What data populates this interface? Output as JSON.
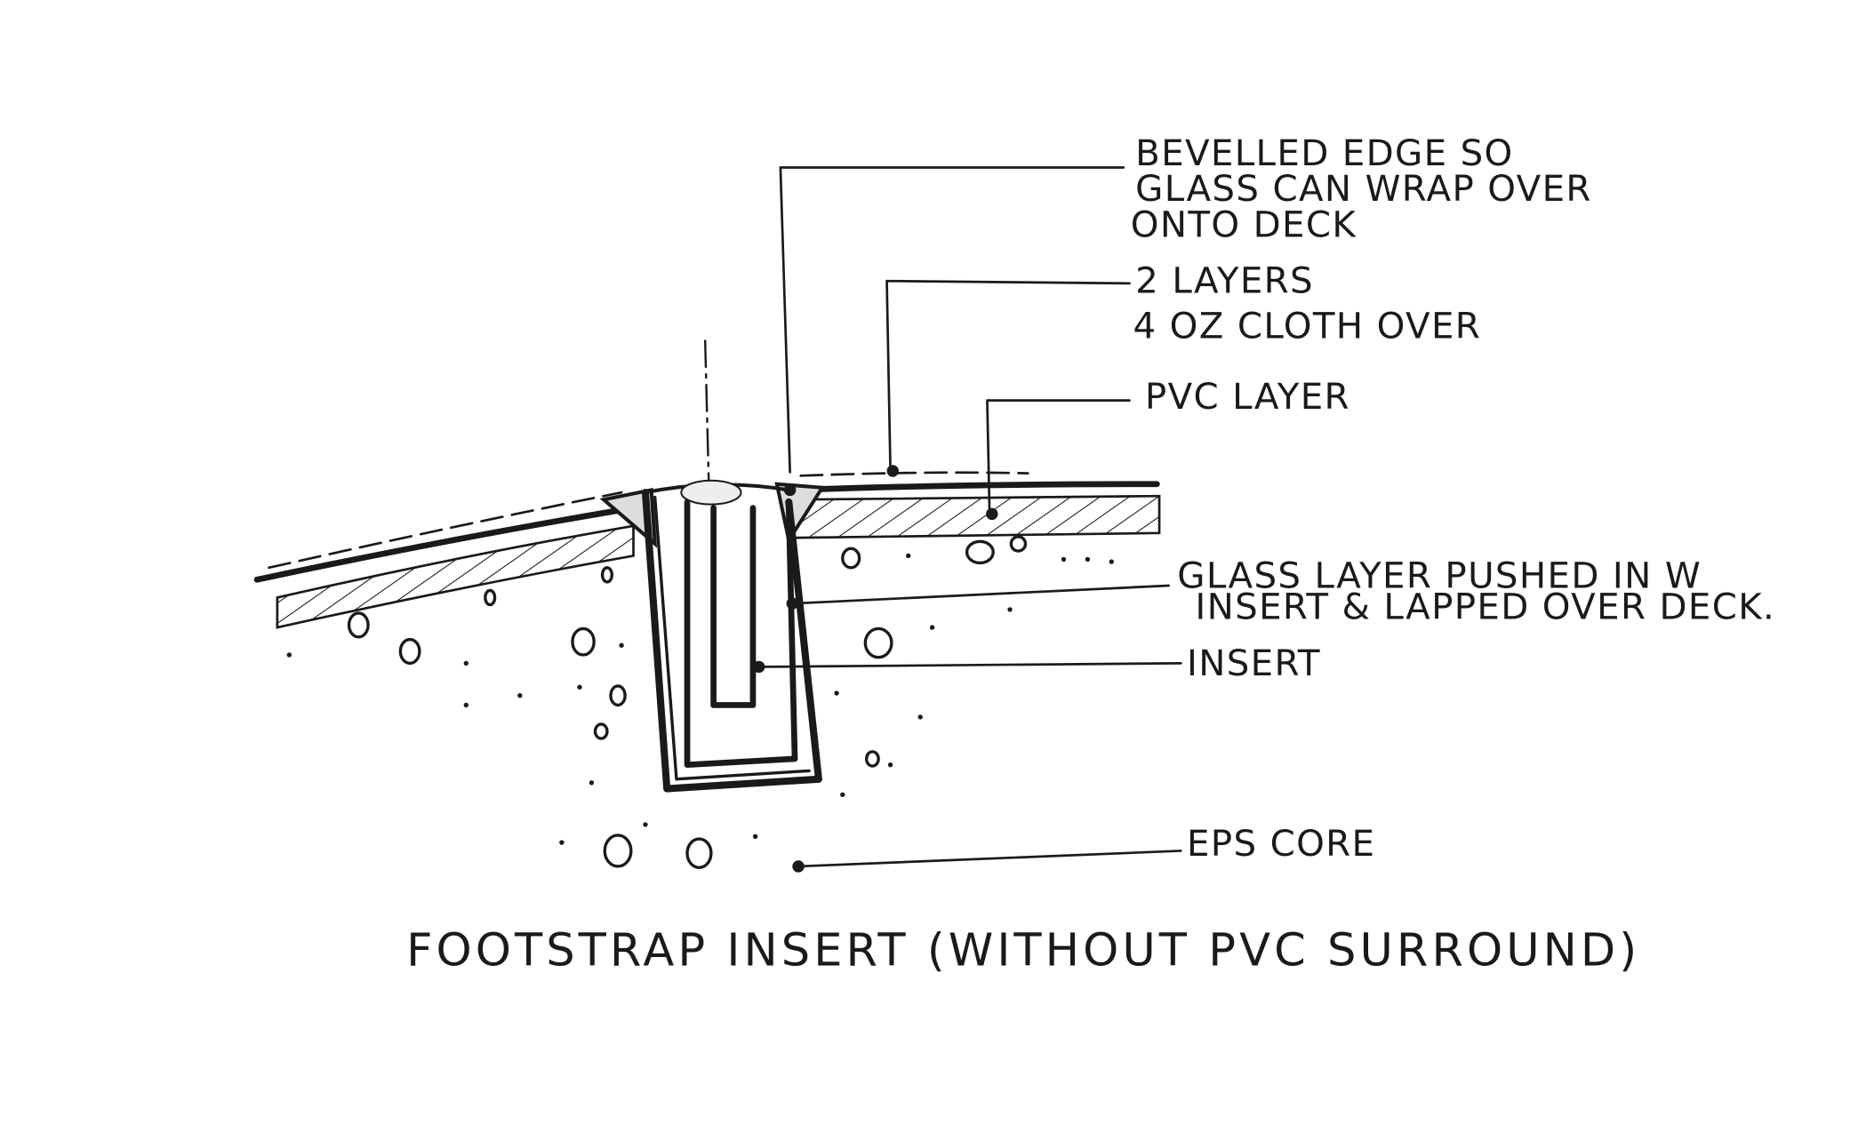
{
  "title": "FOOTSTRAP INSERT (WITHOUT PVC SURROUND)",
  "labels": {
    "bevelled_edge": [
      "BEVELLED EDGE SO",
      "GLASS CAN WRAP OVER",
      "ONTO DECK"
    ],
    "layers": [
      "2 LAYERS",
      "4 OZ CLOTH OVER"
    ],
    "pvc_layer": "PVC LAYER",
    "glass_layer": [
      "GLASS LAYER PUSHED IN W",
      "INSERT & LAPPED OVER DECK."
    ],
    "insert": "INSERT",
    "eps_core": "EPS CORE"
  }
}
